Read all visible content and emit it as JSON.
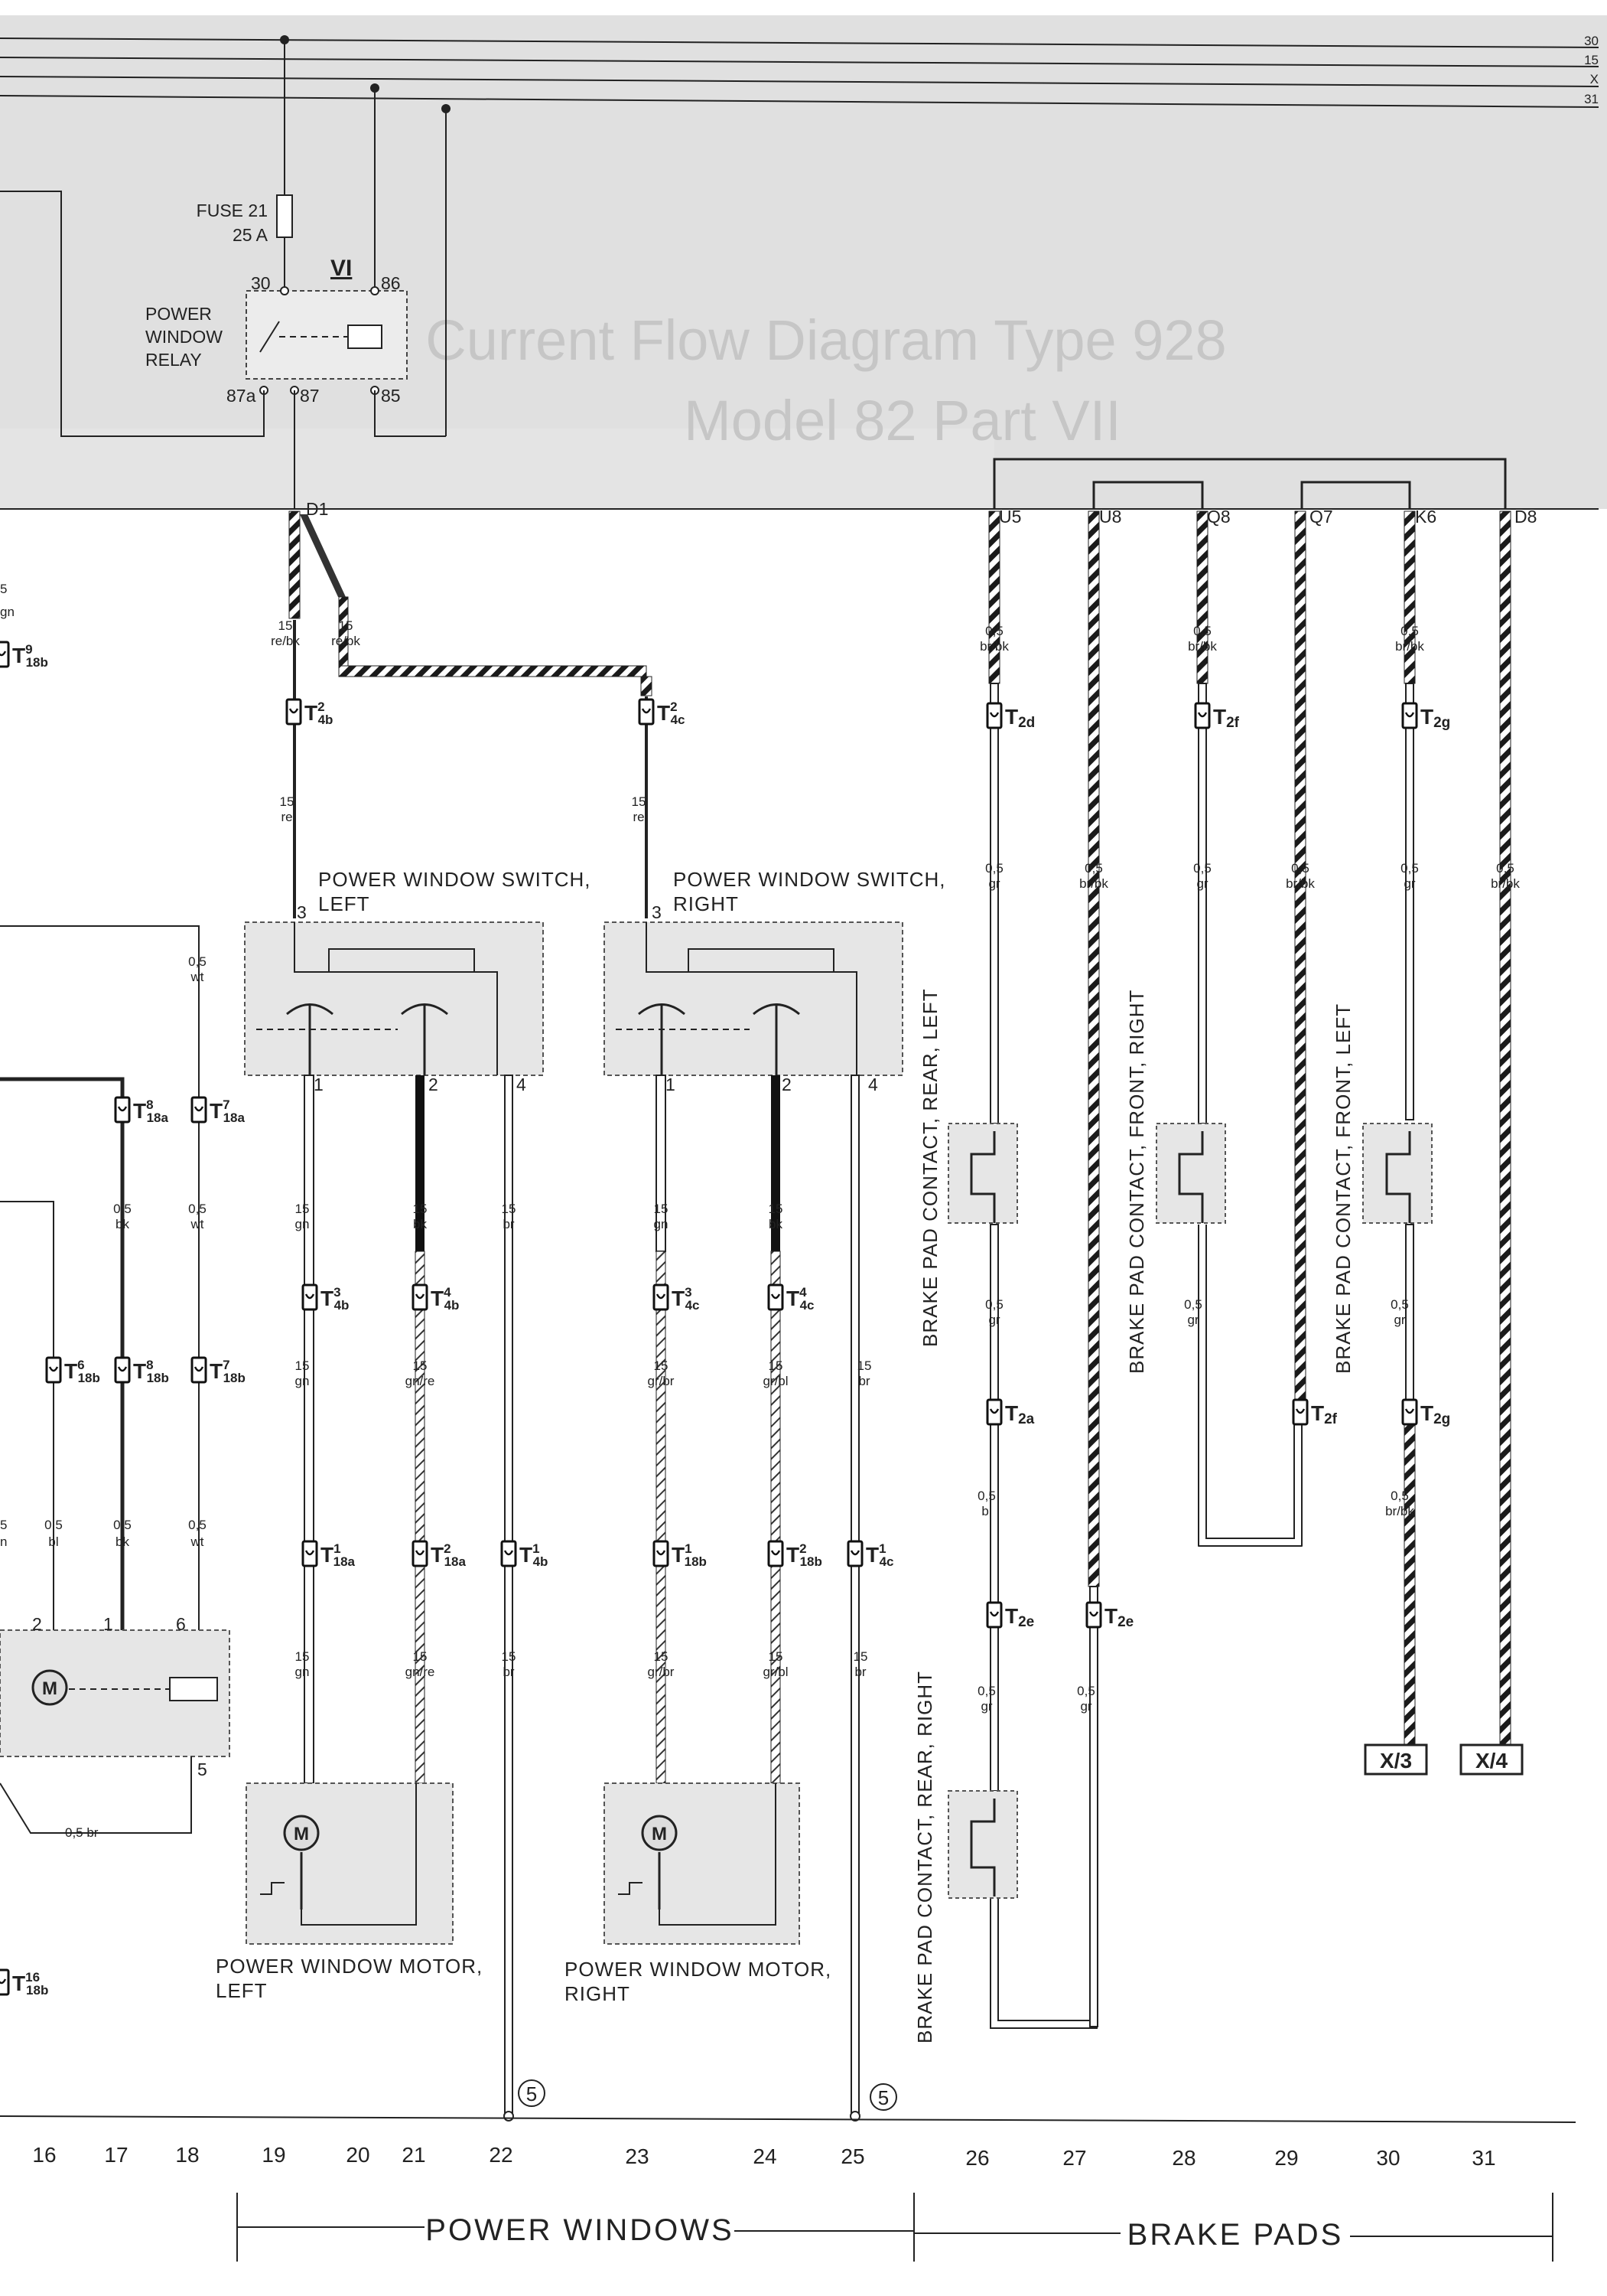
{
  "title": {
    "line1": "Current Flow Diagram Type 928",
    "line2": "Model 82 Part VII"
  },
  "bus_labels": [
    "30",
    "15",
    "X",
    "31"
  ],
  "relay": {
    "fuse_label": "FUSE 21",
    "fuse_rating": "25 A",
    "roman": "VI",
    "name_lines": [
      "POWER",
      "WINDOW",
      "RELAY"
    ],
    "terminals": [
      "30",
      "86",
      "87a",
      "87",
      "85"
    ]
  },
  "connection_points": [
    "D1",
    "U5",
    "U8",
    "Q8",
    "Q7",
    "K6",
    "D8"
  ],
  "components": {
    "switch_left": [
      "POWER WINDOW SWITCH,",
      "LEFT"
    ],
    "switch_right": [
      "POWER WINDOW SWITCH,",
      "RIGHT"
    ],
    "motor_left": [
      "POWER WINDOW MOTOR,",
      "LEFT"
    ],
    "motor_right": [
      "POWER WINDOW MOTOR,",
      "RIGHT"
    ],
    "brake_rear_left": "BRAKE PAD CONTACT, REAR, LEFT",
    "brake_front_right": "BRAKE PAD CONTACT, FRONT, RIGHT",
    "brake_front_left": "BRAKE PAD CONTACT, FRONT, LEFT",
    "brake_rear_right": "BRAKE PAD CONTACT, REAR, RIGHT",
    "motor_symbol": "M",
    "switch_pins": [
      "3",
      "1",
      "2",
      "4"
    ],
    "left_unit_pins": [
      "2",
      "1",
      "6",
      "5"
    ]
  },
  "wire_labels": {
    "re_bk": [
      "15",
      "re/bk"
    ],
    "re": [
      "15",
      "re"
    ],
    "gn": [
      "15",
      "gn"
    ],
    "bk15": [
      "15",
      "bk"
    ],
    "br15": [
      "15",
      "br"
    ],
    "gn_re": [
      "15",
      "gn/re"
    ],
    "gr_br": [
      "15",
      "gr/br"
    ],
    "gr_bl": [
      "15",
      "gr/bl"
    ],
    "br_bk05": [
      "0,5",
      "br/bk"
    ],
    "gr05": [
      "0,5",
      "gr"
    ],
    "bl05": [
      "0,5",
      "bl"
    ],
    "bk05": [
      "0,5",
      "bk"
    ],
    "wt05": [
      "0,5",
      "wt"
    ],
    "br_loop": "0,5 br",
    "gn_frag": [
      "5",
      "gn"
    ],
    "n_frag": [
      "5",
      "n"
    ]
  },
  "terminal_connectors": [
    {
      "main": "T",
      "sup": "9",
      "sub": "18b"
    },
    {
      "main": "T",
      "sup": "2",
      "sub": "4b"
    },
    {
      "main": "T",
      "sup": "2",
      "sub": "4c"
    },
    {
      "main": "T",
      "sup": "",
      "sub": "2d"
    },
    {
      "main": "T",
      "sup": "",
      "sub": "2f"
    },
    {
      "main": "T",
      "sup": "",
      "sub": "2g"
    },
    {
      "main": "T",
      "sup": "8",
      "sub": "18a"
    },
    {
      "main": "T",
      "sup": "7",
      "sub": "18a"
    },
    {
      "main": "T",
      "sup": "3",
      "sub": "4b"
    },
    {
      "main": "T",
      "sup": "4",
      "sub": "4b"
    },
    {
      "main": "T",
      "sup": "3",
      "sub": "4c"
    },
    {
      "main": "T",
      "sup": "4",
      "sub": "4c"
    },
    {
      "main": "T",
      "sup": "6",
      "sub": "18b"
    },
    {
      "main": "T",
      "sup": "8",
      "sub": "18b"
    },
    {
      "main": "T",
      "sup": "7",
      "sub": "18b"
    },
    {
      "main": "T",
      "sup": "",
      "sub": "2a"
    },
    {
      "main": "T",
      "sup": "",
      "sub": "2f"
    },
    {
      "main": "T",
      "sup": "",
      "sub": "2g"
    },
    {
      "main": "T",
      "sup": "1",
      "sub": "18a"
    },
    {
      "main": "T",
      "sup": "2",
      "sub": "18a"
    },
    {
      "main": "T",
      "sup": "1",
      "sub": "4b"
    },
    {
      "main": "T",
      "sup": "1",
      "sub": "18b"
    },
    {
      "main": "T",
      "sup": "2",
      "sub": "18b"
    },
    {
      "main": "T",
      "sup": "1",
      "sub": "4c"
    },
    {
      "main": "T",
      "sup": "",
      "sub": "2e"
    },
    {
      "main": "T",
      "sup": "",
      "sub": "2e"
    },
    {
      "main": "T",
      "sup": "16",
      "sub": "18b"
    }
  ],
  "connectors": [
    "X/3",
    "X/4"
  ],
  "ground_marker": "5",
  "columns": [
    "16",
    "17",
    "18",
    "19",
    "20",
    "21",
    "22",
    "23",
    "24",
    "25",
    "26",
    "27",
    "28",
    "29",
    "30",
    "31"
  ],
  "sections": [
    "POWER WINDOWS",
    "BRAKE PADS"
  ]
}
